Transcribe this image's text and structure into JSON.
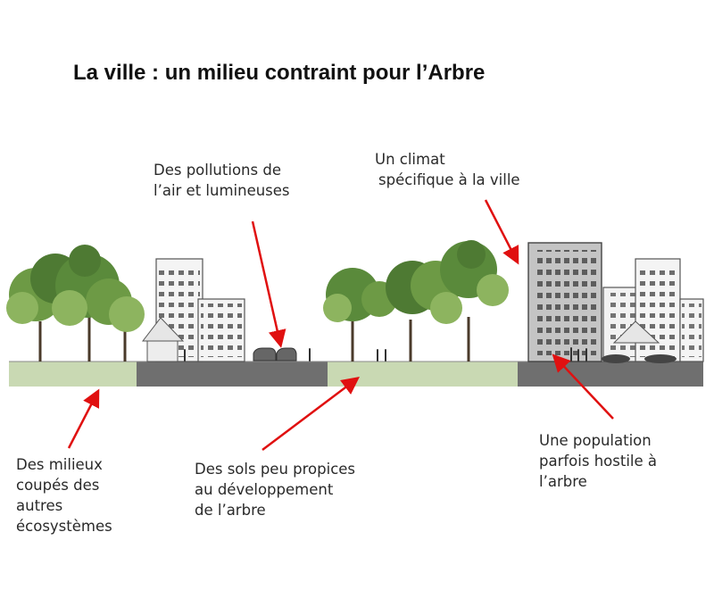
{
  "title": "La ville : un milieu contraint pour l’Arbre",
  "annotations": {
    "pollution": {
      "lines": [
        "Des pollutions de",
        "l’air  et lumineuses"
      ]
    },
    "climate": {
      "lines": [
        "Un climat",
        "spécifique à la ville"
      ]
    },
    "isolated": {
      "lines": [
        "Des milieux",
        "coupés des",
        "autres",
        "écosystèmes"
      ]
    },
    "soils": {
      "lines": [
        "Des sols peu propices",
        "au développement",
        "de l’arbre"
      ]
    },
    "population": {
      "lines": [
        "Une population",
        "parfois hostile à",
        "l’arbre"
      ]
    }
  },
  "colors": {
    "arrow": "#e01010",
    "green_ground": "#c9d9b3",
    "road": "#6f6f6f",
    "foliage_dark": "#4e7a33",
    "foliage_mid": "#6d9a45",
    "foliage_light": "#8db45f",
    "building_white": "#f4f4f4",
    "building_grey": "#c4c4c4"
  }
}
